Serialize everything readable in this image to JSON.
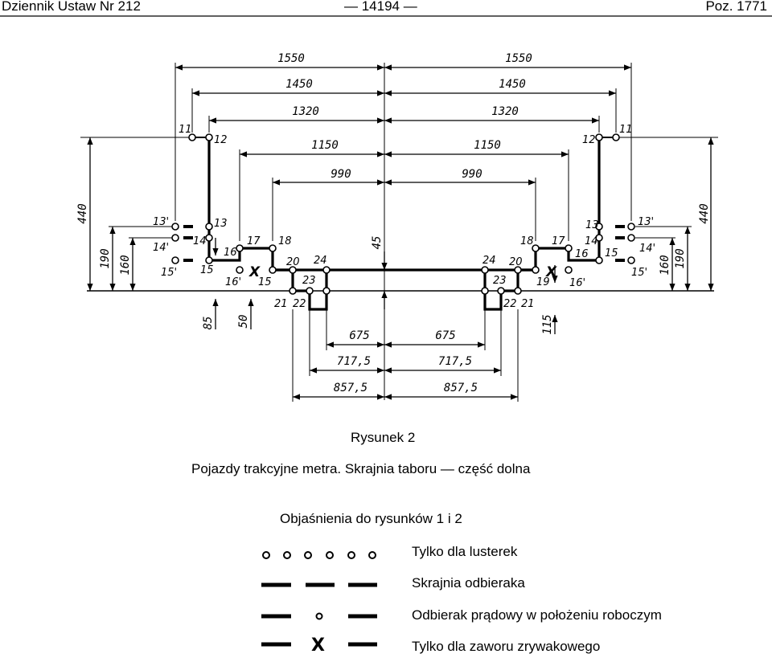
{
  "header": {
    "left": "Dziennik Ustaw Nr 212",
    "center": "— 14194 —",
    "right": "Poz. 1771"
  },
  "figure": {
    "title": "Rysunek 2",
    "subtitle": "Pojazdy trakcyjne metra. Skrajnia taboru — część dolna",
    "dimensions": {
      "w1550": "1550",
      "w1450": "1450",
      "w1320": "1320",
      "w1150": "1150",
      "w990": "990",
      "w675": "675",
      "w7175": "717,5",
      "w8575": "857,5",
      "h440": "440",
      "h190": "190",
      "h160": "160",
      "h45": "45",
      "h85": "85",
      "h50": "50",
      "h115": "115"
    },
    "points": {
      "p11": "11",
      "p12": "12",
      "p13": "13",
      "p13p": "13'",
      "p14": "14",
      "p14p": "14'",
      "p15": "15",
      "p15p": "15'",
      "p16": "16",
      "p16p": "16'",
      "p17": "17",
      "p18": "18",
      "p19": "19",
      "p20": "20",
      "p21": "21",
      "p22": "22",
      "p23": "23",
      "p24": "24",
      "mark_x": "X"
    }
  },
  "legend": {
    "title": "Objaśnienia do rysunków 1 i 2",
    "items": [
      {
        "label": "Tylko dla lusterek",
        "symbol": "dots-row"
      },
      {
        "label": "Skrajnia odbieraka",
        "symbol": "thick-dashes"
      },
      {
        "label": "Odbierak prądowy w położeniu roboczym",
        "symbol": "dash-dot-dash"
      },
      {
        "label": "Tylko dla zaworu zrywakowego",
        "symbol": "dash-x-dash"
      }
    ]
  }
}
